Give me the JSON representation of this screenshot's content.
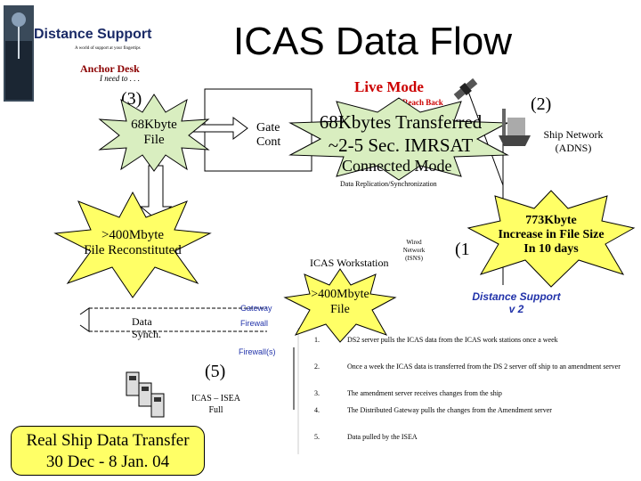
{
  "title": "ICAS Data Flow",
  "logo": {
    "name": "Distance Support",
    "tagline": "A world of support at your fingertips",
    "anchor_desk": "Anchor Desk",
    "need": "I need to . . ."
  },
  "live_mode": "Live Mode",
  "reach_back": "Reach Back",
  "burst_transfer": {
    "line1": "68Kbytes Transferred",
    "line2": "~2-5 Sec. IMRSAT"
  },
  "connected_mode": "Connected Mode",
  "data_replication": "Data Replication/Synchronization",
  "step_labels": {
    "s3": "(3)",
    "s2": "(2)",
    "s1": "(1",
    "s5": "(5)"
  },
  "burst_68k": {
    "line1": "68Kbyte",
    "line2": "File"
  },
  "gateway_partial": {
    "line1": "Gate",
    "line2": "Cont"
  },
  "ship_network": {
    "line1": "Ship Network",
    "line2": "(ADNS)"
  },
  "burst_400_reconstituted": {
    "line1": ">400Mbyte",
    "line2": "File Reconstituted"
  },
  "burst_773": {
    "line1": "773Kbyte",
    "line2": "Increase in File Size",
    "line3": "In 10 days"
  },
  "icas_workstation": "ICAS Workstation",
  "wired_network": {
    "line1": "Wired",
    "line2": "Network",
    "line3": "(ISNS)"
  },
  "distance_support_v2": {
    "line1": "Distance Support",
    "line2": "v 2"
  },
  "burst_400_file": {
    "line1": ">400Mbyte",
    "line2": "File"
  },
  "gateway": "Gateway",
  "firewall": "Firewall",
  "firewalls": "Firewall(s)",
  "data_synch": {
    "line1": "Data",
    "line2": "Synch."
  },
  "icas_isea": {
    "line1": "ICAS – ISEA",
    "line2": "Full"
  },
  "real_ship": {
    "line1": "Real Ship Data Transfer",
    "line2": "30 Dec - 8 Jan. 04"
  },
  "steps": [
    {
      "num": "1.",
      "text": "DS2 server pulls the ICAS data from the ICAS work stations once a week"
    },
    {
      "num": "2.",
      "text": "Once a week the ICAS data is transferred from the DS 2 server off ship to an amendment server"
    },
    {
      "num": "3.",
      "text": "The amendment server receives changes from the ship"
    },
    {
      "num": "4.",
      "text": "The Distributed Gateway pulls the changes from the Amendment server"
    },
    {
      "num": "5.",
      "text": "Data pulled by the ISEA"
    }
  ],
  "colors": {
    "burst_green": "#d9eec0",
    "burst_yellow": "#ffff66",
    "red": "#cc0000",
    "navy": "#1a2a66",
    "blue": "#2233aa"
  }
}
